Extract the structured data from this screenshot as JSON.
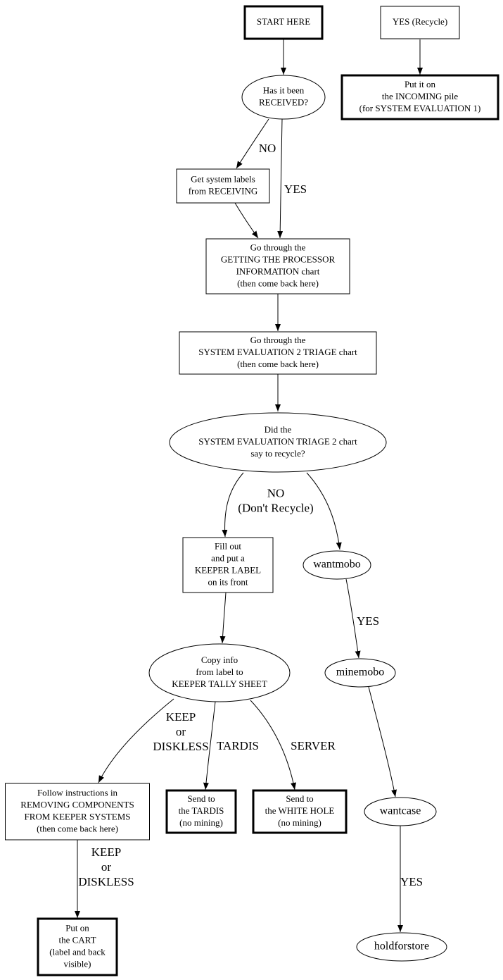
{
  "nodes": {
    "start": {
      "shape": "box",
      "border": "bold",
      "lines": [
        "START HERE"
      ]
    },
    "yes_recycle": {
      "shape": "box",
      "border": "thin",
      "lines": [
        "YES (Recycle)"
      ]
    },
    "incoming": {
      "shape": "box",
      "border": "bold",
      "lines": [
        "Put it on",
        "the INCOMING pile",
        "(for SYSTEM EVALUATION 1)"
      ]
    },
    "received": {
      "shape": "ellipse",
      "border": "thin",
      "lines": [
        "Has it been",
        "RECEIVED?"
      ]
    },
    "labels": {
      "shape": "box",
      "border": "thin",
      "lines": [
        "Get system labels",
        "from RECEIVING"
      ]
    },
    "processor": {
      "shape": "box",
      "border": "thin",
      "lines": [
        "Go through the",
        "GETTING THE PROCESSOR",
        "INFORMATION chart",
        "(then come back here)"
      ]
    },
    "triage": {
      "shape": "box",
      "border": "thin",
      "lines": [
        "Go through the",
        "SYSTEM EVALUATION 2 TRIAGE chart",
        "(then come back here)"
      ]
    },
    "recycle_q": {
      "shape": "ellipse",
      "border": "thin",
      "lines": [
        "Did the",
        "SYSTEM EVALUATION TRIAGE 2 chart",
        "say to recycle?"
      ]
    },
    "keeper_label": {
      "shape": "box",
      "border": "thin",
      "lines": [
        "Fill out",
        "and put a",
        "KEEPER LABEL",
        "on its front"
      ]
    },
    "wantmobo": {
      "shape": "ellipse",
      "border": "thin",
      "lines": [
        "wantmobo"
      ]
    },
    "copy": {
      "shape": "ellipse",
      "border": "thin",
      "lines": [
        "Copy info",
        "from label to",
        "KEEPER TALLY SHEET"
      ]
    },
    "minemobo": {
      "shape": "ellipse",
      "border": "thin",
      "lines": [
        "minemobo"
      ]
    },
    "removing": {
      "shape": "box",
      "border": "thin",
      "lines": [
        "Follow instructions in",
        "REMOVING COMPONENTS",
        "FROM KEEPER SYSTEMS",
        "(then come back here)"
      ]
    },
    "tardis": {
      "shape": "box",
      "border": "bold",
      "lines": [
        "Send to",
        "the TARDIS",
        "(no mining)"
      ]
    },
    "whitehole": {
      "shape": "box",
      "border": "bold",
      "lines": [
        "Send to",
        "the WHITE HOLE",
        "(no mining)"
      ]
    },
    "wantcase": {
      "shape": "ellipse",
      "border": "thin",
      "lines": [
        "wantcase"
      ]
    },
    "cart": {
      "shape": "box",
      "border": "bold",
      "lines": [
        "Put on",
        "the CART",
        "(label and back",
        "visible)"
      ]
    },
    "holdforstore": {
      "shape": "ellipse",
      "border": "thin",
      "lines": [
        "holdforstore"
      ]
    }
  },
  "edges": [
    {
      "from": "start",
      "to": "received",
      "label": []
    },
    {
      "from": "yes_recycle",
      "to": "incoming",
      "label": []
    },
    {
      "from": "received",
      "to": "labels",
      "label": [
        "NO"
      ]
    },
    {
      "from": "received",
      "to": "processor",
      "label": [
        "YES"
      ]
    },
    {
      "from": "labels",
      "to": "processor",
      "label": []
    },
    {
      "from": "processor",
      "to": "triage",
      "label": []
    },
    {
      "from": "triage",
      "to": "recycle_q",
      "label": []
    },
    {
      "from": "recycle_q",
      "to": "keeper_label",
      "label": [
        "NO",
        "(Don't Recycle)"
      ]
    },
    {
      "from": "recycle_q",
      "to": "wantmobo",
      "label": []
    },
    {
      "from": "keeper_label",
      "to": "copy",
      "label": []
    },
    {
      "from": "wantmobo",
      "to": "minemobo",
      "label": [
        "YES"
      ]
    },
    {
      "from": "copy",
      "to": "removing",
      "label": [
        "KEEP",
        "or",
        "DISKLESS"
      ]
    },
    {
      "from": "copy",
      "to": "tardis",
      "label": [
        "TARDIS"
      ]
    },
    {
      "from": "copy",
      "to": "whitehole",
      "label": [
        "SERVER"
      ]
    },
    {
      "from": "minemobo",
      "to": "wantcase",
      "label": []
    },
    {
      "from": "removing",
      "to": "cart",
      "label": [
        "KEEP",
        "or",
        "DISKLESS"
      ]
    },
    {
      "from": "wantcase",
      "to": "holdforstore",
      "label": [
        "YES"
      ]
    }
  ]
}
